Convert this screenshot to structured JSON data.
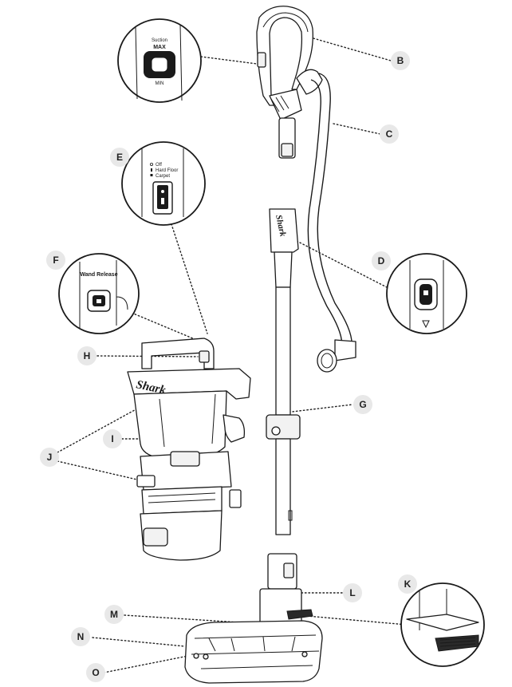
{
  "labels": {
    "B": "B",
    "C": "C",
    "D": "D",
    "E": "E",
    "F": "F",
    "G": "G",
    "H": "H",
    "I": "I",
    "J": "J",
    "K": "K",
    "L": "L",
    "M": "M",
    "N": "N",
    "O": "O"
  },
  "inset_suction": {
    "title": "Suction",
    "max": "MAX",
    "min": "MIN"
  },
  "inset_mode": {
    "off": "Off",
    "hard_floor": "Hard Floor",
    "carpet": "Carpet"
  },
  "inset_wand": {
    "title": "Wand Release"
  },
  "brand": "Shark",
  "colors": {
    "label_bg": "#e8e8e8",
    "line": "#1a1a1a"
  }
}
